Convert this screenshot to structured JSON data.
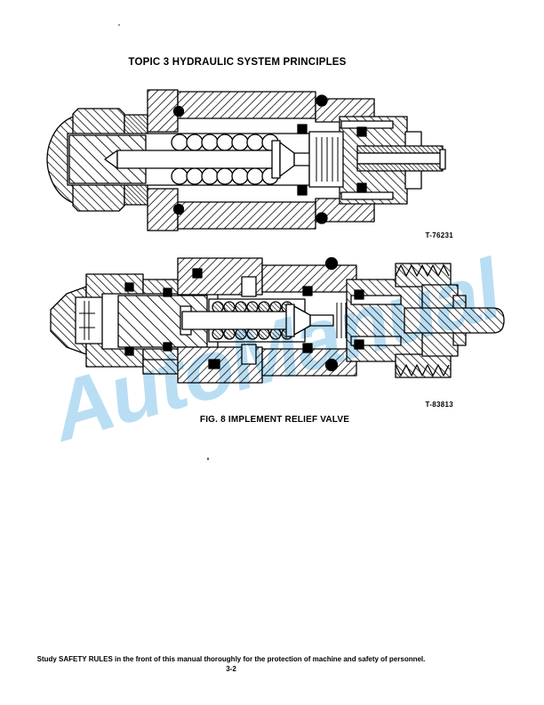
{
  "page": {
    "title": "TOPIC 3 HYDRAULIC SYSTEM PRINCIPLES",
    "figure_caption": "FIG. 8 IMPLEMENT RELIEF VALVE",
    "footer_note": "Study SAFETY RULES in the front of this manual thoroughly for the protection of machine and safety of personnel.",
    "page_number": "3-2",
    "watermark": "AutoManual"
  },
  "figures": [
    {
      "id": "upper-valve-cross-section",
      "ref_label": "T-76231",
      "kind": "hydraulic-relief-valve-cutaway-drawing"
    },
    {
      "id": "lower-valve-cross-section",
      "ref_label": "T-83813",
      "kind": "hydraulic-relief-valve-cutaway-drawing"
    }
  ],
  "colors": {
    "paper": "#ffffff",
    "ink": "#000000",
    "watermark_blue": "#b9def3"
  }
}
